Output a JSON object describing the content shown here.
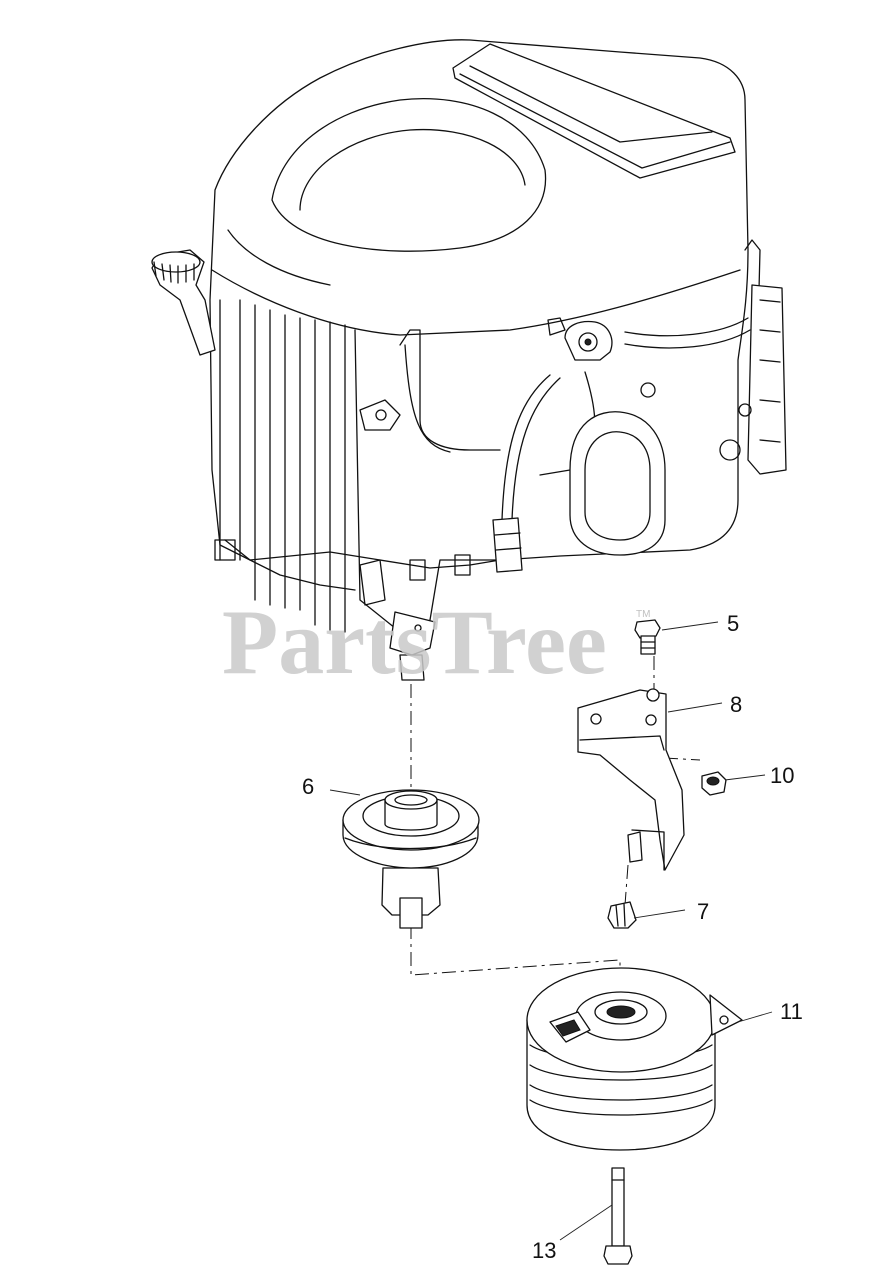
{
  "watermark": {
    "text": "PartsTree",
    "trademark": "TM"
  },
  "callouts": [
    {
      "id": "5",
      "label": "5"
    },
    {
      "id": "6",
      "label": "6"
    },
    {
      "id": "7",
      "label": "7"
    },
    {
      "id": "8",
      "label": "8"
    },
    {
      "id": "10",
      "label": "10"
    },
    {
      "id": "11",
      "label": "11"
    },
    {
      "id": "13",
      "label": "13"
    }
  ]
}
